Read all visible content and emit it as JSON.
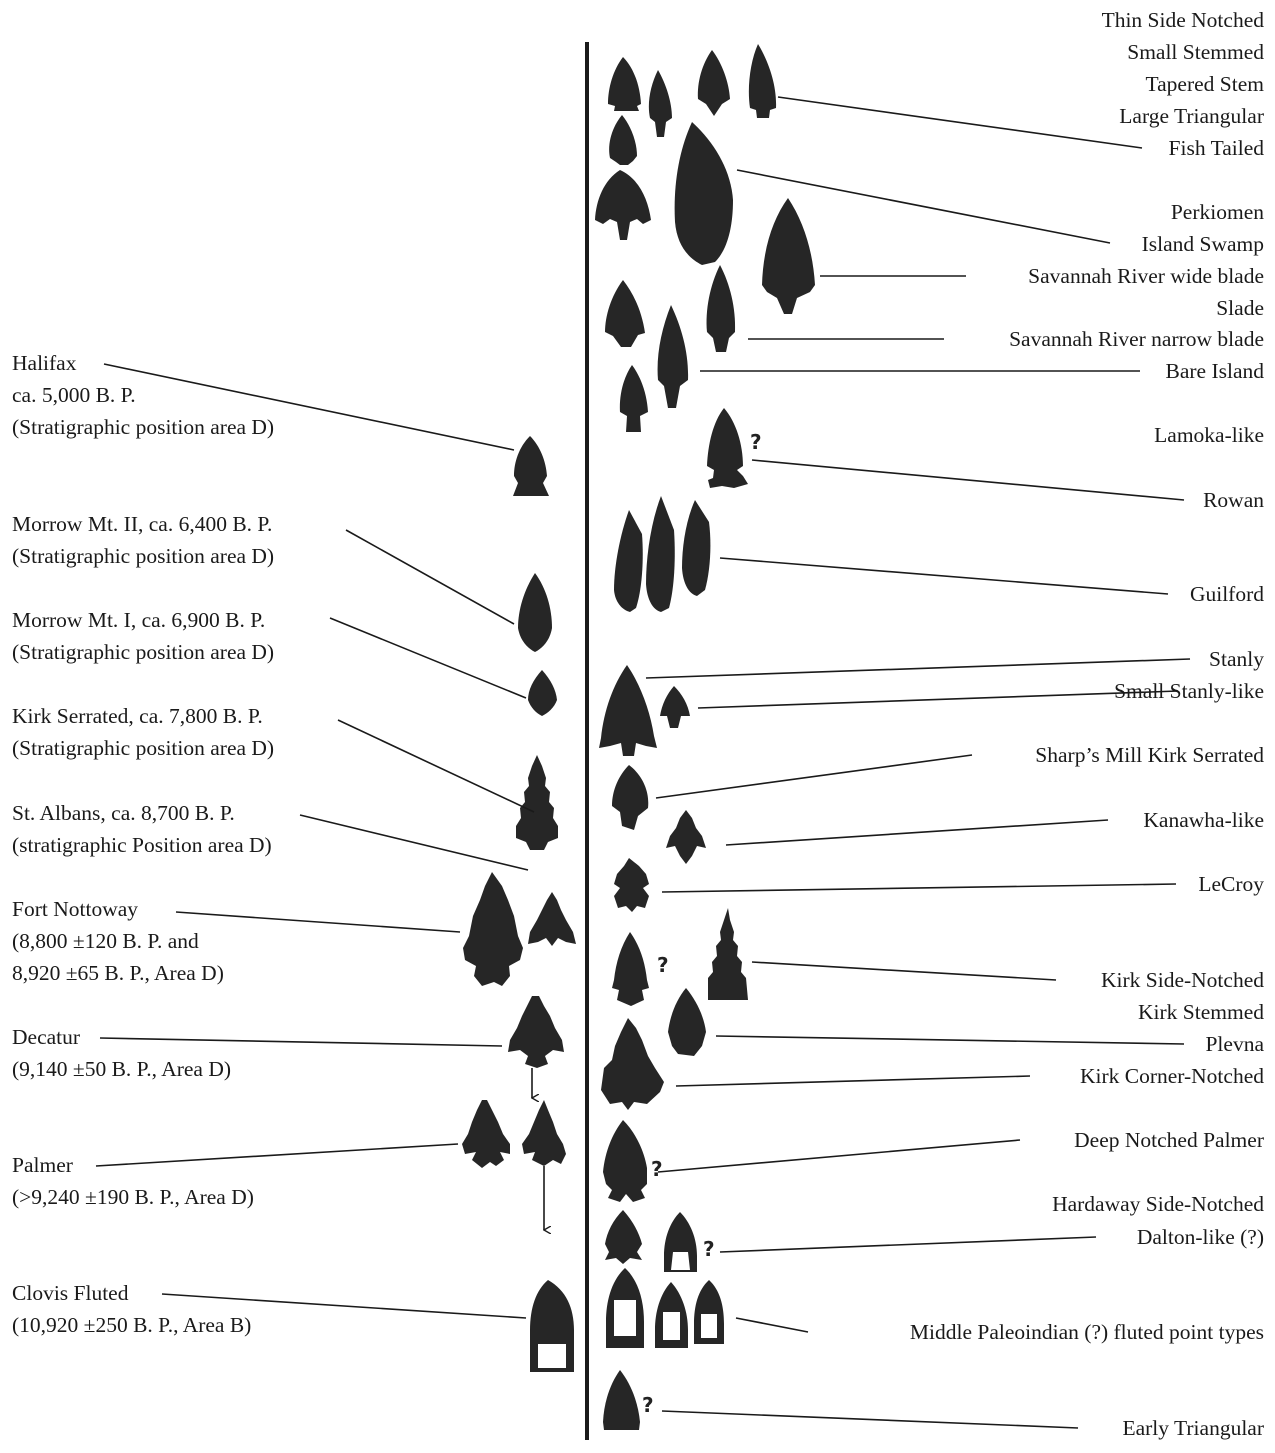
{
  "right_labels": [
    "Thin Side Notched",
    "Small Stemmed",
    "Tapered Stem",
    "Large Triangular",
    "Fish Tailed",
    "Perkiomen",
    "Island Swamp",
    "Savannah River wide blade",
    "Slade",
    "Savannah River narrow blade",
    "Bare Island",
    "Lamoka-like",
    "Rowan",
    "Guilford",
    "Stanly",
    "Small Stanly-like",
    "Sharp’s Mill Kirk Serrated",
    "Kanawha-like",
    "LeCroy",
    "Kirk Side-Notched",
    "Kirk Stemmed",
    "Plevna",
    "Kirk Corner-Notched",
    "Deep Notched Palmer",
    "Hardaway Side-Notched",
    "Dalton-like (?)",
    "Middle Paleoindian (?) fluted point types",
    "Early Triangular"
  ],
  "left_labels": {
    "halifax": [
      "Halifax",
      "ca. 5,000 B. P.",
      "(Stratigraphic position area D)"
    ],
    "morrow2": [
      "Morrow Mt. II, ca. 6,400 B. P.",
      "(Stratigraphic position area D)"
    ],
    "morrow1": [
      "Morrow Mt. I, ca. 6,900 B. P.",
      "(Stratigraphic position area D)"
    ],
    "kirk_serrated": [
      "Kirk Serrated, ca. 7,800 B. P.",
      "(Stratigraphic position area D)"
    ],
    "st_albans": [
      "St. Albans, ca. 8,700 B. P.",
      "(stratigraphic Position area D)"
    ],
    "fort_nottoway": [
      "Fort Nottoway",
      "(8,800 ±120 B. P. and",
      "8,920 ±65 B. P., Area D)"
    ],
    "decatur": [
      "Decatur",
      "(9,140 ±50 B. P., Area D)"
    ],
    "palmer": [
      "Palmer",
      "(>9,240 ±190 B. P., Area D)"
    ],
    "clovis": [
      "Clovis Fluted",
      "(10,920 ±250 B. P., Area B)"
    ]
  },
  "question_mark": "?"
}
